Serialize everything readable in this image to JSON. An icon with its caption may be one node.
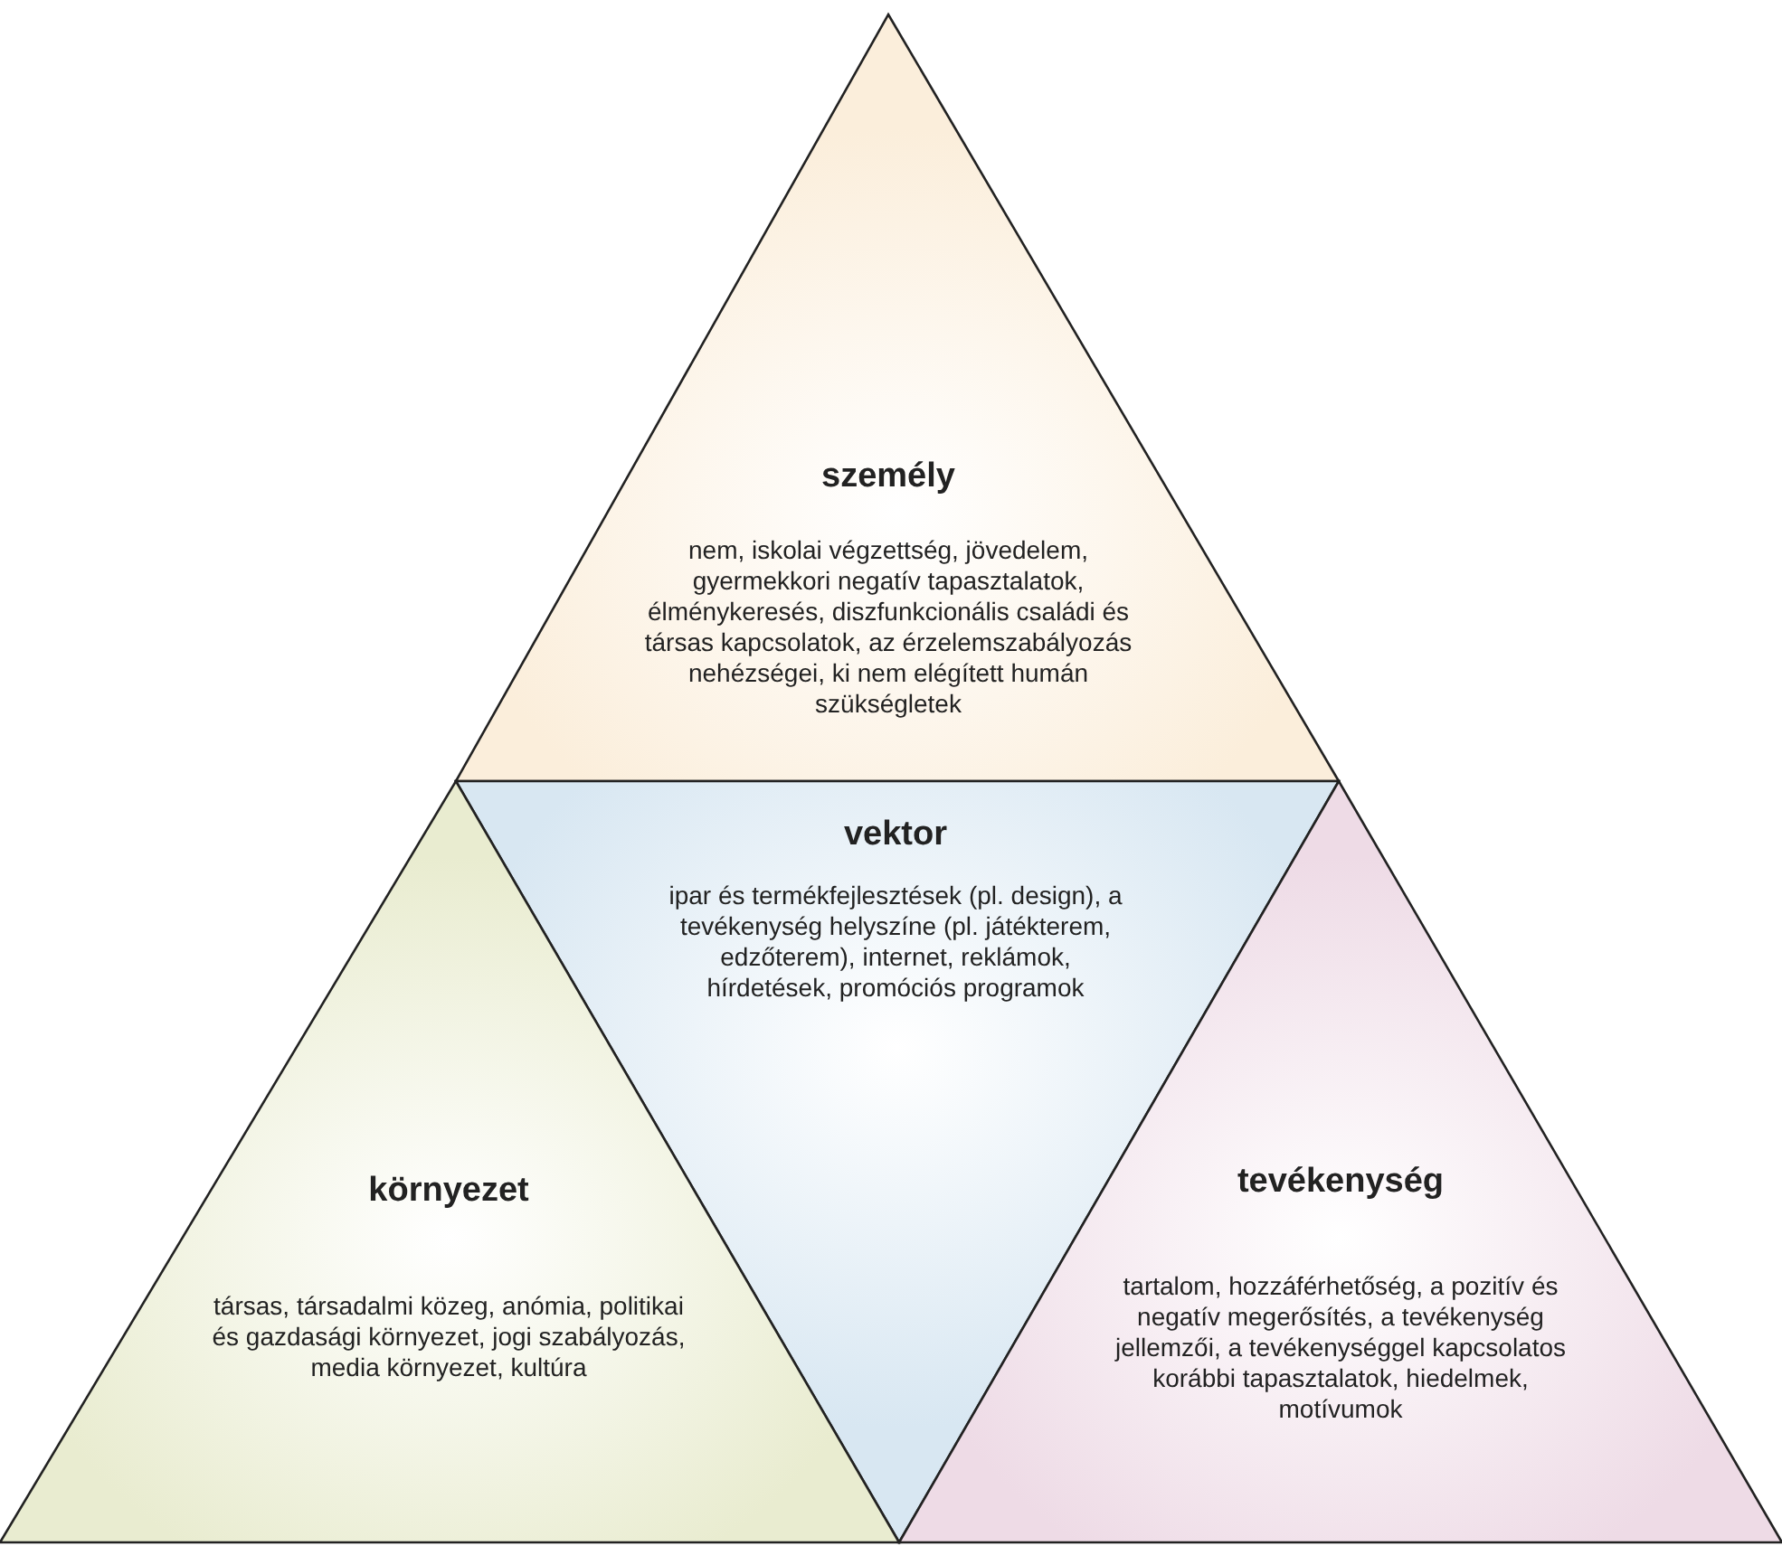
{
  "diagram": {
    "nodes": [
      {
        "text": [
          "személy",
          "nem, iskolai végzettség, jövedelem, gyermekkori negatív tapasztalatok, élménykeresés, diszfunkcionális családi és társas kapcsolatok, az érzelemszabályozás nehézségei, ki nem elégített humán szükségletek"
        ]
      },
      {
        "text": [
          "vektor",
          "ipar és termékfejlesztések (pl. design), a tevékenység helyszíne (pl. játékterem, edzőterem), internet, reklámok, hírdetések, promóciós programok"
        ]
      },
      {
        "text": [
          "környezet",
          "társas, társadalmi közeg, anómia, politikai és gazdasági környezet, jogi szabályozás, media környezet, kultúra"
        ]
      },
      {
        "text": [
          "tevékenység",
          "tartalom, hozzáférhetőség, a pozitív és negatív megerősítés, a tevékenység jellemzői, a tevékenységgel kapcsolatos korábbi tapasztalatok, hiedelmek, motívumok"
        ]
      }
    ]
  }
}
